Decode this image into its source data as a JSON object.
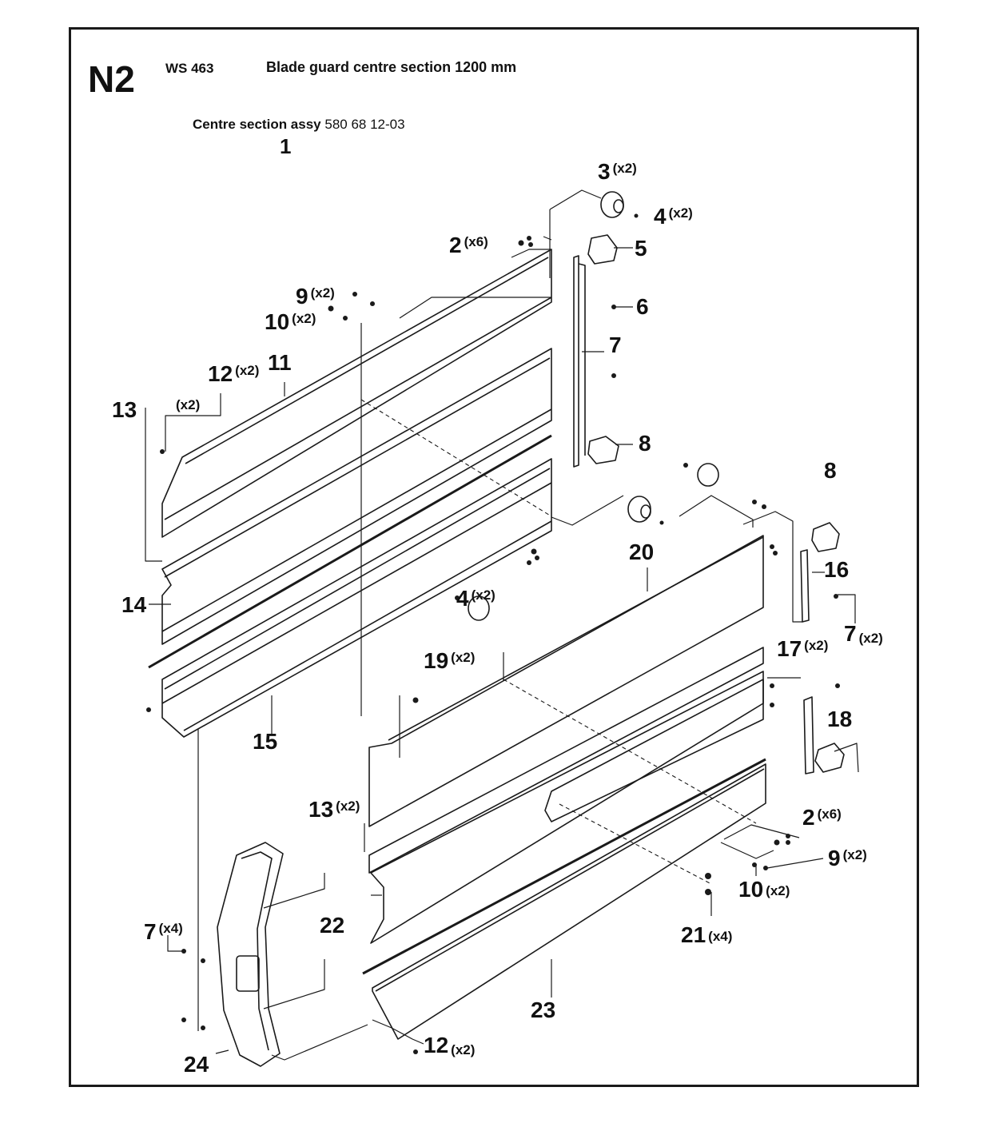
{
  "header": {
    "code": "N2",
    "model": "WS 463",
    "title": "Blade guard centre section 1200 mm",
    "assembly_label": "Centre section assy",
    "assembly_part_number": "580 68 12-03",
    "assembly_item": "1"
  },
  "callouts": [
    {
      "num": "3",
      "qty": "(x2)"
    },
    {
      "num": "4",
      "qty": "(x2)"
    },
    {
      "num": "2",
      "qty": "(x6)"
    },
    {
      "num": "5",
      "qty": ""
    },
    {
      "num": "6",
      "qty": ""
    },
    {
      "num": "9",
      "qty": "(x2)"
    },
    {
      "num": "10",
      "qty": "(x2)"
    },
    {
      "num": "7",
      "qty": ""
    },
    {
      "num": "12",
      "qty": "(x2)"
    },
    {
      "num": "11",
      "qty": ""
    },
    {
      "num": "",
      "qty": "(x2)"
    },
    {
      "num": "13",
      "qty": ""
    },
    {
      "num": "8",
      "qty": ""
    },
    {
      "num": "8",
      "qty": ""
    },
    {
      "num": "20",
      "qty": ""
    },
    {
      "num": "16",
      "qty": ""
    },
    {
      "num": "14",
      "qty": ""
    },
    {
      "num": "4",
      "qty": "(x2)"
    },
    {
      "num": "7",
      "qty": "(x2)"
    },
    {
      "num": "19",
      "qty": "(x2)"
    },
    {
      "num": "17",
      "qty": "(x2)"
    },
    {
      "num": "15",
      "qty": ""
    },
    {
      "num": "18",
      "qty": ""
    },
    {
      "num": "13",
      "qty": "(x2)"
    },
    {
      "num": "2",
      "qty": "(x6)"
    },
    {
      "num": "9",
      "qty": "(x2)"
    },
    {
      "num": "10",
      "qty": "(x2)"
    },
    {
      "num": "22",
      "qty": ""
    },
    {
      "num": "7",
      "qty": "(x4)"
    },
    {
      "num": "21",
      "qty": "(x4)"
    },
    {
      "num": "23",
      "qty": ""
    },
    {
      "num": "12",
      "qty": "(x2)"
    },
    {
      "num": "24",
      "qty": ""
    }
  ]
}
